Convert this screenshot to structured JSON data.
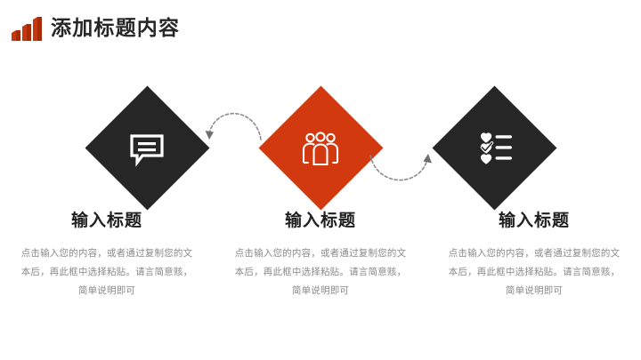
{
  "header": {
    "title": "添加标题内容",
    "logo_icon": "bar-chart-icon",
    "logo_color": "#c8380f"
  },
  "theme": {
    "dark": "#262626",
    "accent": "#d2390f",
    "title_text": "#1f1f1f",
    "body_text": "#8a8a8a",
    "background": "#ffffff",
    "arrow": "#8c8c8c"
  },
  "diagram": {
    "connectors": [
      {
        "name": "connector-arc-up",
        "direction": "right-to-left",
        "style": "dashed-curve"
      },
      {
        "name": "connector-arc-down",
        "direction": "left-to-right",
        "style": "dashed-curve"
      }
    ],
    "nodes": [
      {
        "icon": "speech-bubble-icon",
        "shape": "diamond",
        "fill": "#262626",
        "title": "输入标题",
        "body": "点击输入您的内容，或者通过复制您的文本后，再此框中选择粘贴。请言简意赅，简单说明即可"
      },
      {
        "icon": "people-group-icon",
        "shape": "diamond",
        "fill": "#d2390f",
        "title": "输入标题",
        "body": "点击输入您的内容，或者通过复制您的文本后，再此框中选择粘贴。请言简意赅，简单说明即可"
      },
      {
        "icon": "checklist-heart-icon",
        "shape": "diamond",
        "fill": "#262626",
        "title": "输入标题",
        "body": "点击输入您的内容，或者通过复制您的文本后，再此框中选择粘贴。请言简意赅，简单说明即可"
      }
    ]
  }
}
